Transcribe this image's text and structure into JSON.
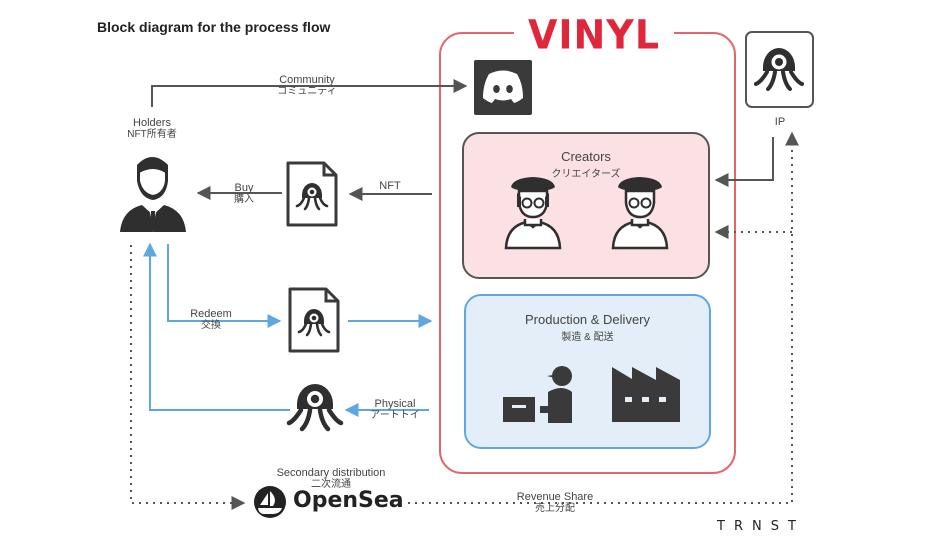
{
  "title": "Block diagram for the process flow",
  "brand": {
    "name": "VINYL",
    "color": "#e0263a"
  },
  "footer_brand": "TRNST",
  "nodes": {
    "holders": {
      "label": "Holders",
      "jp": "NFT所有者",
      "icon": "person-suit-icon"
    },
    "creators": {
      "label": "Creators",
      "jp": "クリエイターズ",
      "icon": "creator-person-icon"
    },
    "production": {
      "label": "Production & Delivery",
      "jp": "製造 & 配送",
      "icon": "factory-icon"
    },
    "ip": {
      "label": "IP",
      "icon": "octopus-mascot-icon"
    },
    "discord": {
      "icon": "discord-icon"
    },
    "opensea": {
      "name": "OpenSea",
      "icon": "opensea-ship-icon"
    }
  },
  "edges": {
    "community": {
      "label": "Community",
      "jp": "コミュニティ"
    },
    "buy": {
      "label": "Buy",
      "jp": "購入"
    },
    "nft": {
      "label": "NFT"
    },
    "redeem": {
      "label": "Redeem",
      "jp": "交換"
    },
    "physical": {
      "label": "Physical",
      "jp": "アートトイ"
    },
    "secondary": {
      "label": "Secondary distribution",
      "jp": "二次流通"
    },
    "revenue": {
      "label": "Revenue Share",
      "jp": "売上分配"
    }
  },
  "colors": {
    "vinyl_border": "#e2676d",
    "creators_fill": "#fbe1e3",
    "creators_border": "#555555",
    "production_fill": "#e3eef9",
    "production_border": "#5fa7df",
    "arrow_dark": "#555555",
    "arrow_blue": "#5fa7df"
  }
}
